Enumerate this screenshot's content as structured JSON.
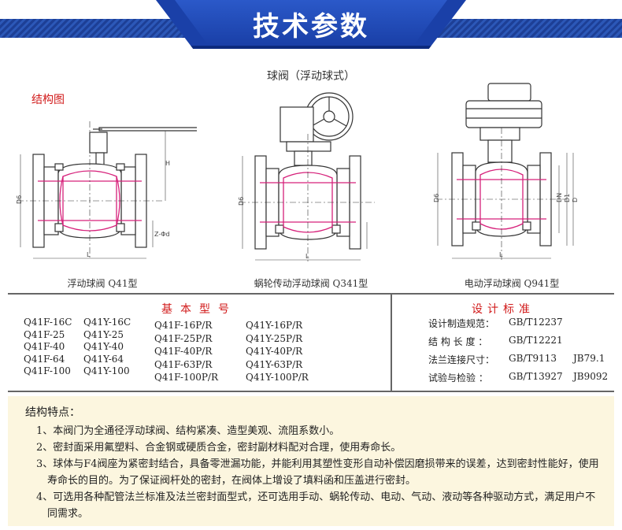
{
  "banner": {
    "title": "技术参数"
  },
  "header": {
    "subtitle": "球阀（浮动球式）",
    "structure_label": "结构图"
  },
  "drawings": [
    {
      "caption": "浮动球阀 Q41型"
    },
    {
      "caption": "蜗轮传动浮动球阀 Q341型"
    },
    {
      "caption": "电动浮动球阀 Q941型"
    }
  ],
  "dimension_labels": {
    "d1": "D6",
    "d2": "DN",
    "d3": "D1",
    "d4": "D",
    "h": "H",
    "l": "L",
    "z": "Z-Φd"
  },
  "spec": {
    "models_heading": "基本型号",
    "models_cols": [
      [
        "Q41F-16C",
        "Q41F-25",
        "Q41F-40",
        "Q41F-64",
        "Q41F-100"
      ],
      [
        "Q41Y-16C",
        "Q41Y-25",
        "Q41Y-40",
        "Q41Y-64",
        "Q41Y-100"
      ],
      [
        "Q41F-16P/R",
        "Q41F-25P/R",
        "Q41F-40P/R",
        "Q41F-63P/R",
        "Q41F-100P/R"
      ],
      [
        "Q41Y-16P/R",
        "Q41Y-25P/R",
        "Q41Y-40P/R",
        "Q41Y-63P/R",
        "Q41Y-100P/R"
      ]
    ],
    "standards_heading": "设计标准",
    "standards": [
      {
        "label": "设计制造规范：",
        "value": "GB/T12237",
        "extra": ""
      },
      {
        "label": "结 构 长 度 ：",
        "value": "GB/T12221",
        "extra": ""
      },
      {
        "label": "法兰连接尺寸：",
        "value": "GB/T9113",
        "extra": "JB79.1"
      },
      {
        "label": "试验与检验  ：",
        "value": "GB/T13927",
        "extra": "JB9092"
      }
    ]
  },
  "features": {
    "title": "结构特点：",
    "items": [
      "1、本阀门为全通径浮动球阀、结构紧凑、造型美观、流阻系数小。",
      "2、密封面采用氟塑料、合金钢或硬质合金，密封副材料配对合理，使用寿命长。",
      "3、球体与F4阀座为紧密封结合，具备零泄漏功能，并能利用其塑性变形自动补偿因磨损带来的误差，达到密封性能好，使用寿命长的目的。为了保证阀杆处的密封，在阀体上增设了填料函和压盖进行密封。",
      "4、可选用各种配管法兰标准及法兰密封面型式，还可选用手动、蜗轮传动、电动、气动、液动等各种驱动方式，满足用户不同需求。"
    ]
  },
  "colors": {
    "banner_blue": "#1a40a8",
    "accent_red": "#d11a1a",
    "drawing_pink": "#d6207a",
    "feature_bg": "#fcf6df"
  }
}
